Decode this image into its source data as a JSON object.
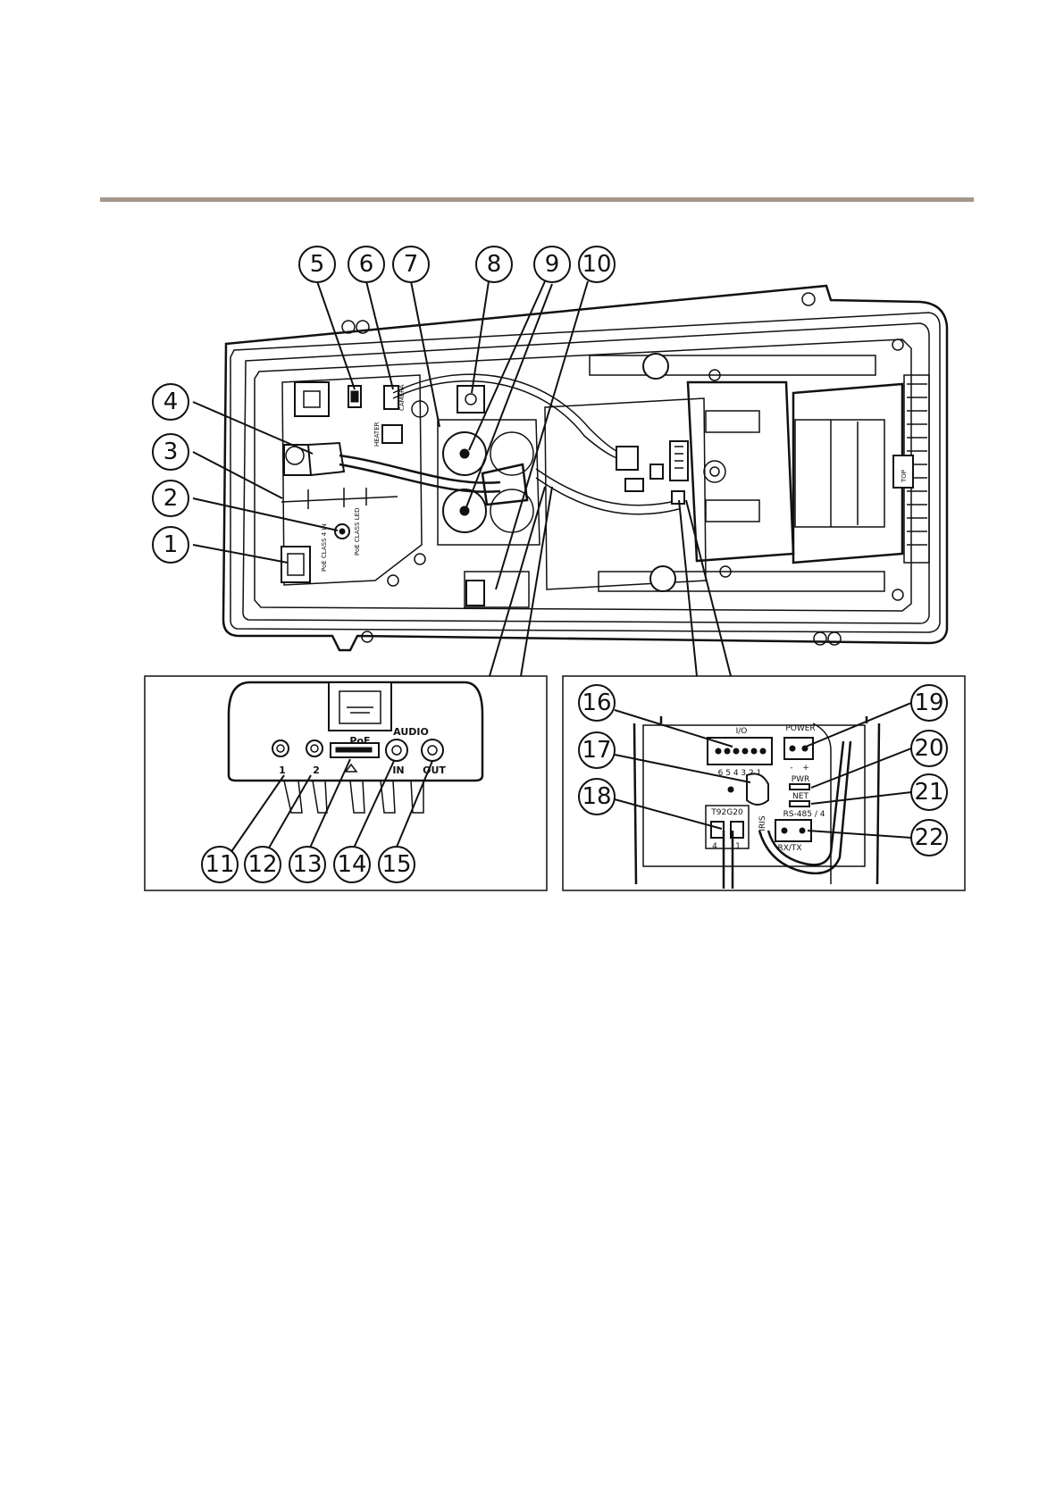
{
  "callouts": [
    "1",
    "2",
    "3",
    "4",
    "5",
    "6",
    "7",
    "8",
    "9",
    "10",
    "11",
    "12",
    "13",
    "14",
    "15",
    "16",
    "17",
    "18",
    "19",
    "20",
    "21",
    "22"
  ],
  "housing_labels": {
    "camera": "CAMERA",
    "heater": "HEATER",
    "poe_class_led": "PoE CLASS LED",
    "poe_class_in": "PoE CLASS 4 IN",
    "top": "TOP"
  },
  "left_detail": {
    "poe": "PoE",
    "audio": "AUDIO",
    "in": "IN",
    "out": "OUT",
    "input_1": "1",
    "input_2": "2"
  },
  "right_detail": {
    "io": "I/O",
    "io_pins": "6 5 4 3 2 1",
    "power": "POWER",
    "power_minus": "-",
    "power_plus": "+",
    "pwr": "PWR",
    "net": "NET",
    "rs485": "RS-485 / 4",
    "rxtx": "RX/TX",
    "iris": "IRIS",
    "connector_model": "T92G20",
    "pin_4": "4",
    "pin_1": "1"
  }
}
